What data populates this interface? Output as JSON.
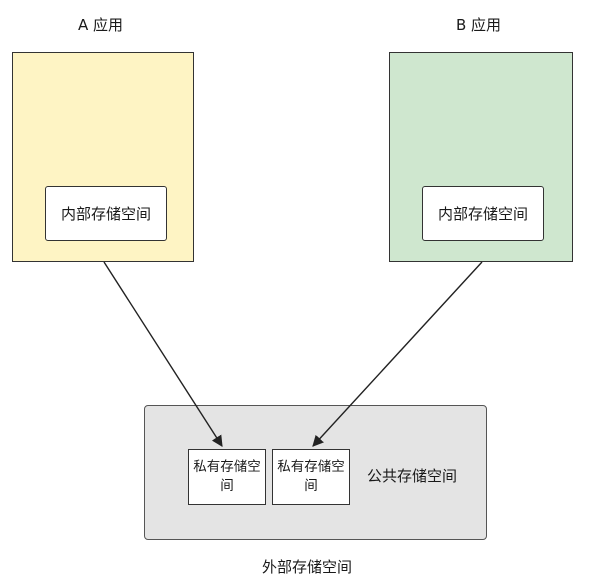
{
  "app_a": {
    "title": "A 应用",
    "fill": "#fef4c4",
    "internal_storage": "内部存储空间"
  },
  "app_b": {
    "title": "B 应用",
    "fill": "#cfe7cf",
    "internal_storage": "内部存储空间"
  },
  "external_storage": {
    "title": "外部存储空间",
    "fill": "#e4e4e4",
    "private_a": "私有存储空间",
    "private_b": "私有存储空间",
    "public_storage": "公共存储空间"
  }
}
